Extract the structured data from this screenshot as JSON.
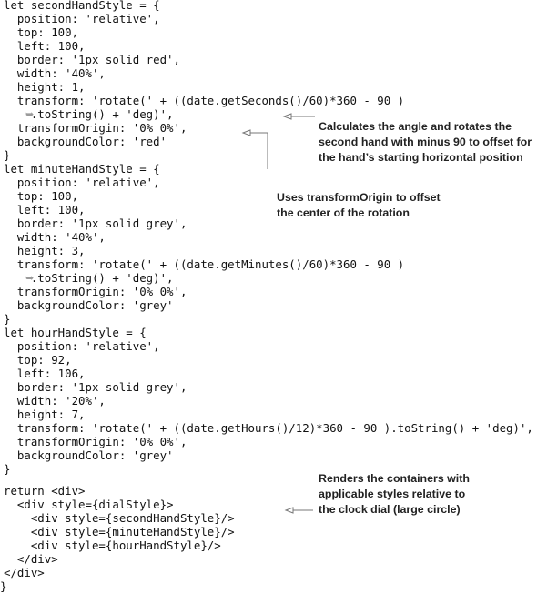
{
  "code_lines": [
    "let secondHandStyle = {",
    "  position: 'relative',",
    "  top: 100,",
    "  left: 100,",
    "  border: '1px solid red',",
    "  width: '40%',",
    "  height: 1,",
    "  transform: 'rotate(' + ((date.getSeconds()/60)*360 - 90 )",
    "    .toString() + 'deg)',",
    "  transformOrigin: '0% 0%',",
    "  backgroundColor: 'red'",
    "}",
    "let minuteHandStyle = {",
    "  position: 'relative',",
    "  top: 100,",
    "  left: 100,",
    "  border: '1px solid grey',",
    "  width: '40%',",
    "  height: 3,",
    "  transform: 'rotate(' + ((date.getMinutes()/60)*360 - 90 )",
    "    .toString() + 'deg)',",
    "  transformOrigin: '0% 0%',",
    "  backgroundColor: 'grey'",
    "}",
    "let hourHandStyle = {",
    "  position: 'relative',",
    "  top: 92,",
    "  left: 106,",
    "  border: '1px solid grey',",
    "  width: '20%',",
    "  height: 7,",
    "  transform: 'rotate(' + ((date.getHours()/12)*360 - 90 ).toString() + 'deg)',",
    "  transformOrigin: '0% 0%',",
    "  backgroundColor: 'grey'",
    "}",
    "return <div>",
    "  <div style={dialStyle}>",
    "    <div style={secondHandStyle}/>",
    "    <div style={minuteHandStyle}/>",
    "    <div style={hourHandStyle}/>",
    "  </div>",
    "</div>",
    "}"
  ],
  "continuation_marker": "➥",
  "annotations": {
    "rotation_angle": [
      "Calculates the angle and rotates the",
      "second hand with minus 90 to offset for",
      "the hand’s starting horizontal position"
    ],
    "transform_origin": [
      "Uses transformOrigin to offset",
      "the center of the rotation"
    ],
    "render_containers": [
      "Renders the containers with",
      "applicable styles relative to",
      "the clock dial (large circle)"
    ]
  },
  "colors": {
    "code_text": "#111111",
    "annotation_text": "#222222",
    "callout_line": "#777777"
  }
}
